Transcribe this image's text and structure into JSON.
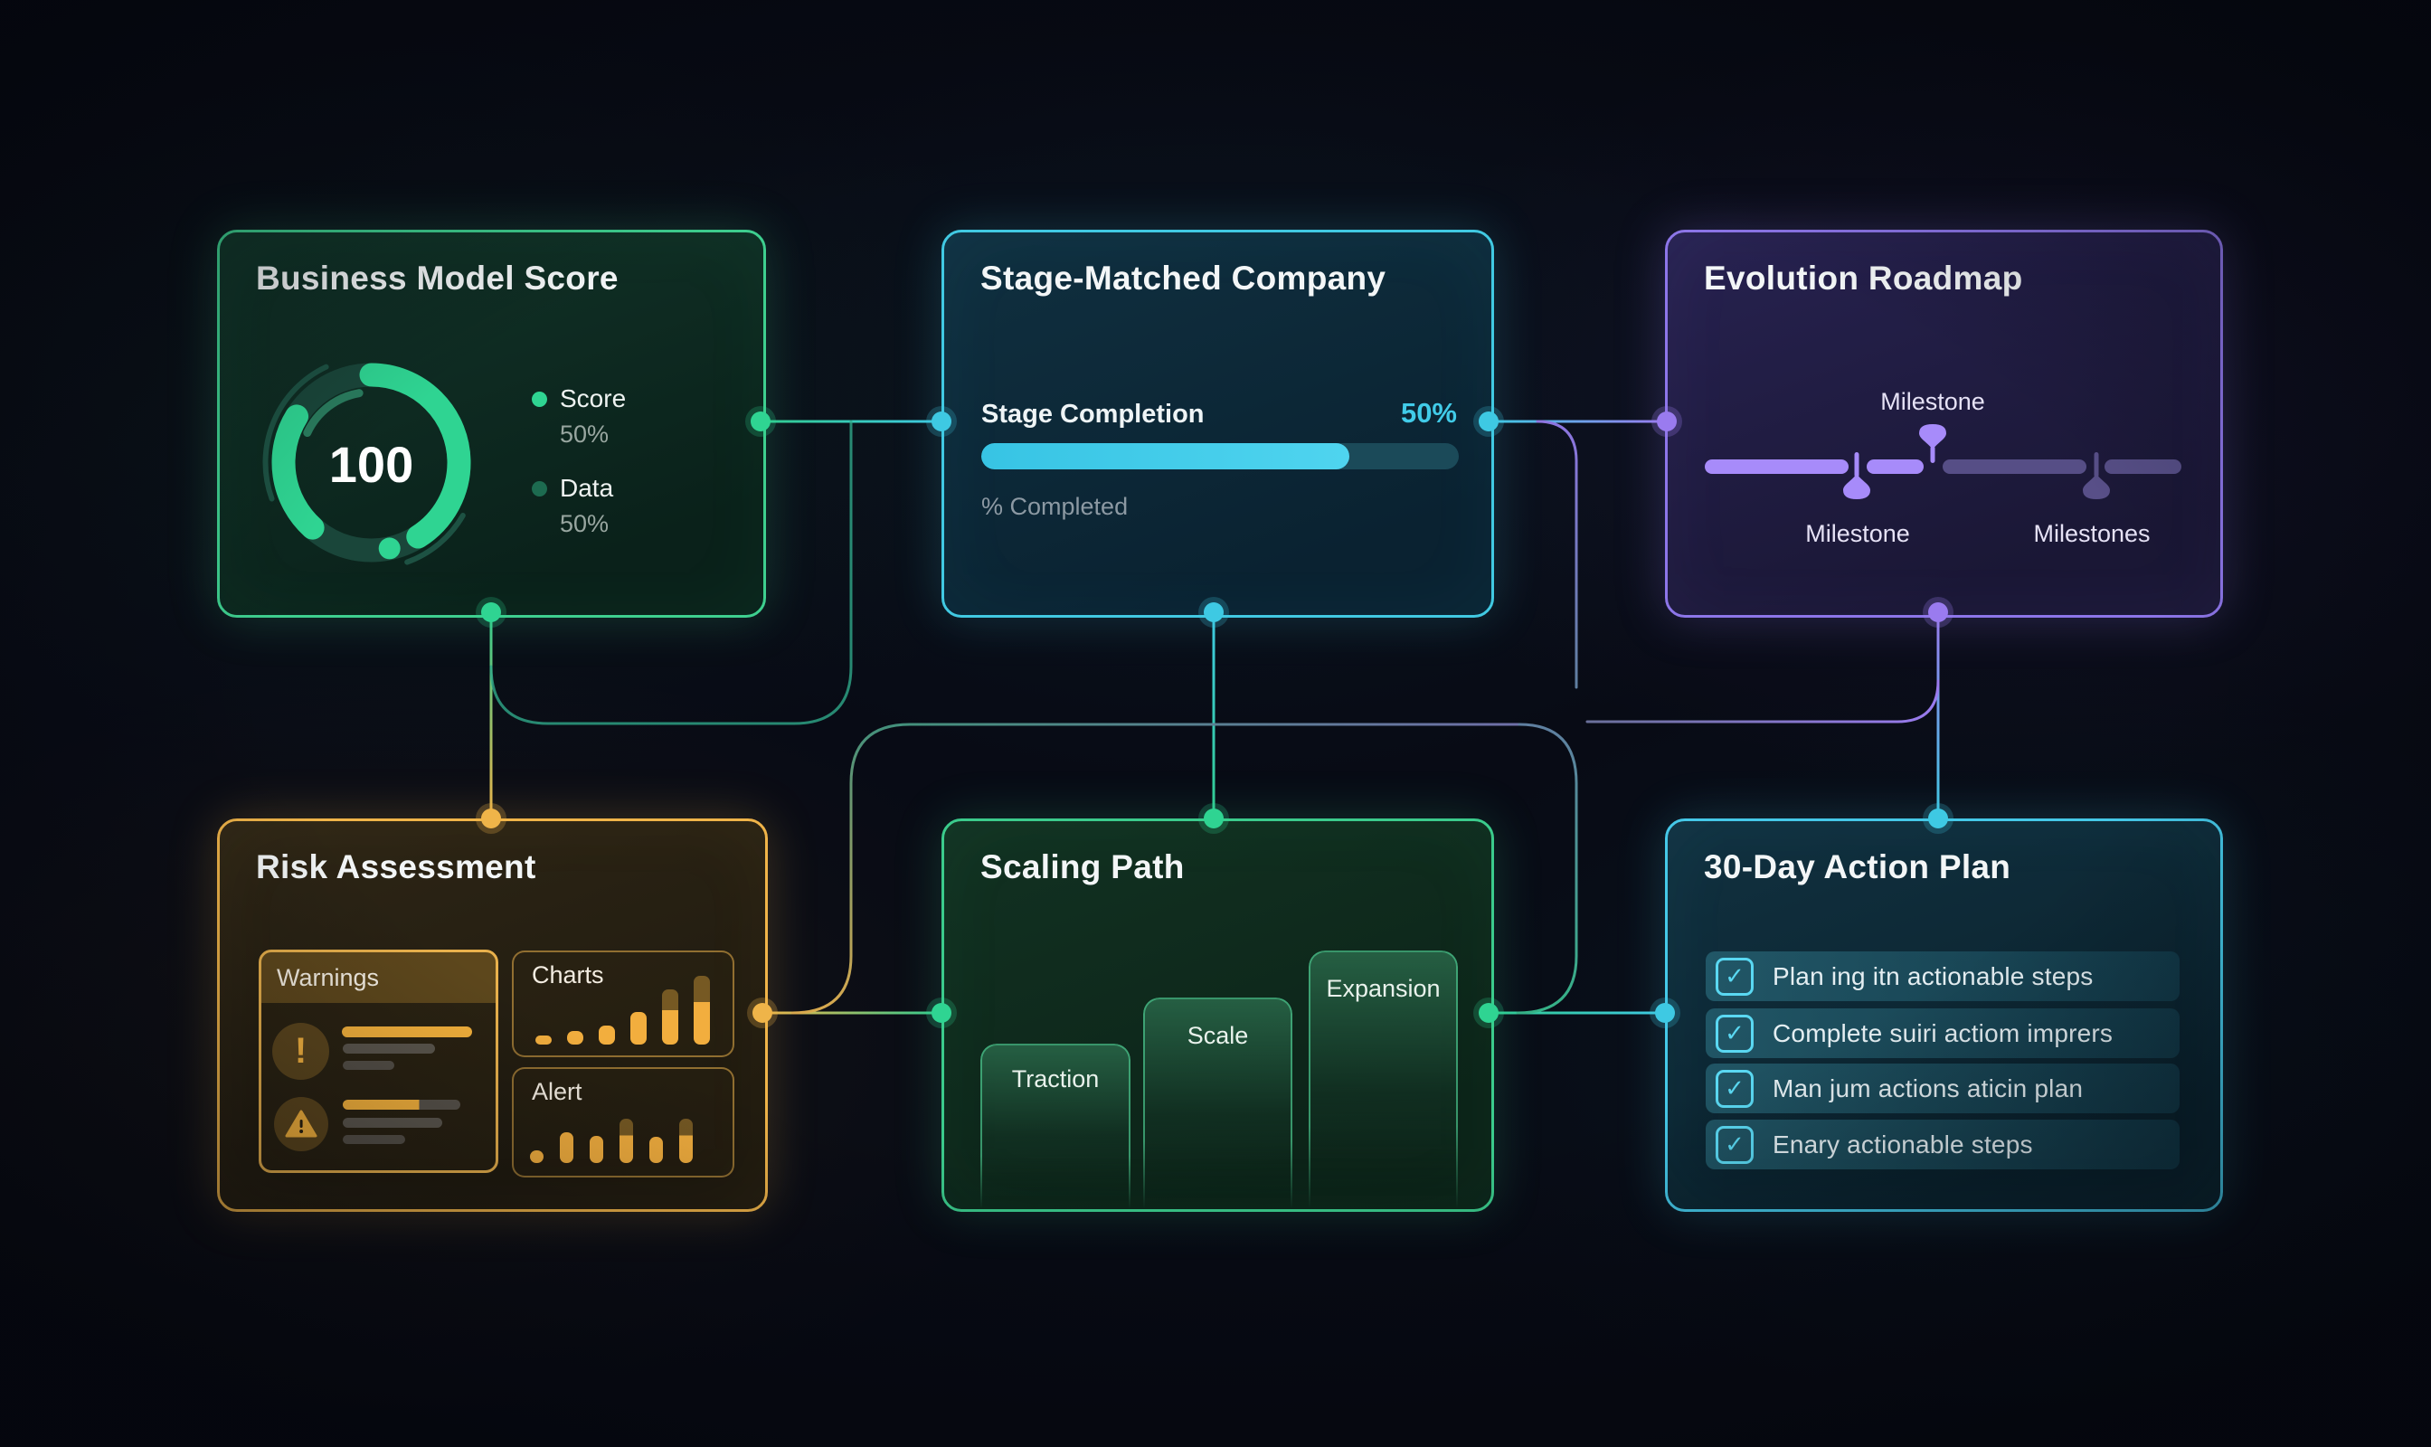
{
  "colors": {
    "green": "#2fd492",
    "cyan": "#3ec9e3",
    "purple": "#9a7bef",
    "amber": "#f0b449"
  },
  "icons": {
    "check": "✓",
    "exclamation": "!",
    "warning_triangle": "triangle-exclamation"
  },
  "cards": {
    "business_model_score": {
      "title": "Business Model Score",
      "gauge_value": "100",
      "legend": [
        {
          "label": "Score",
          "value": "50%"
        },
        {
          "label": "Data",
          "value": "50%"
        }
      ]
    },
    "stage_matched_company": {
      "title": "Stage-Matched Company",
      "metric_label": "Stage Completion",
      "metric_value": "50%",
      "progress_percent": 77,
      "caption": "% Completed"
    },
    "evolution_roadmap": {
      "title": "Evolution Roadmap",
      "milestones": {
        "top": "Milestone",
        "bottom_left": "Milestone",
        "bottom_right": "Milestones"
      }
    },
    "risk_assessment": {
      "title": "Risk Assessment",
      "warnings_label": "Warnings",
      "charts_label": "Charts",
      "alert_label": "Alert",
      "charts_bar_heights": [
        10,
        15,
        21,
        36,
        61,
        76
      ],
      "alert_bar_heights": [
        14,
        34,
        30,
        49,
        29,
        49
      ]
    },
    "scaling_path": {
      "title": "Scaling Path",
      "stages": [
        {
          "label": "Traction"
        },
        {
          "label": "Scale"
        },
        {
          "label": "Expansion"
        }
      ]
    },
    "action_plan": {
      "title": "30-Day Action Plan",
      "items": [
        "Plan ing itn actionable steps",
        "Complete suiri actiom imprers",
        "Man jum actions aticin plan",
        "Enary actionable steps"
      ]
    }
  },
  "chart_data": [
    {
      "type": "pie",
      "title": "Business Model Score gauge",
      "categories": [
        "Score",
        "Data"
      ],
      "values": [
        50,
        50
      ],
      "center_value": 100
    },
    {
      "type": "bar",
      "title": "Stage Completion",
      "categories": [
        "Completed"
      ],
      "values": [
        50
      ],
      "ylabel": "% Completed"
    },
    {
      "type": "bar",
      "title": "Risk Assessment charts sparkline",
      "values": [
        10,
        15,
        21,
        36,
        61,
        76
      ]
    },
    {
      "type": "bar",
      "title": "Risk Assessment alert sparkline",
      "values": [
        14,
        34,
        30,
        49,
        29,
        49
      ]
    },
    {
      "type": "bar",
      "title": "Scaling Path stages",
      "categories": [
        "Traction",
        "Scale",
        "Expansion"
      ],
      "values": [
        1,
        2,
        3
      ]
    }
  ]
}
